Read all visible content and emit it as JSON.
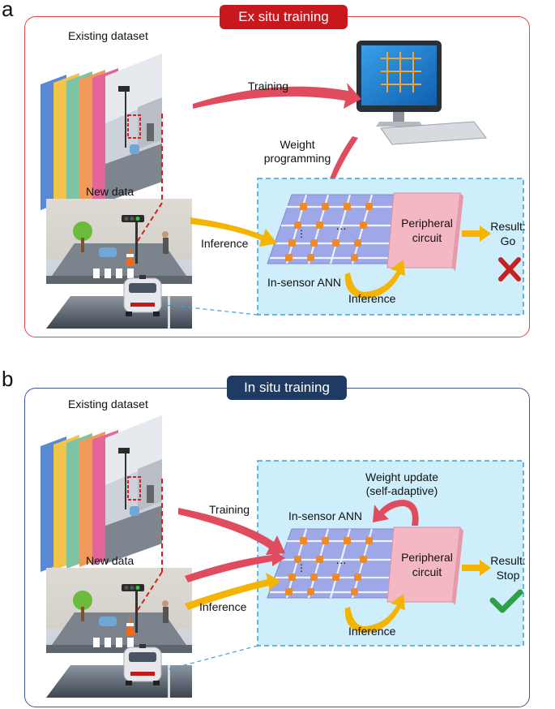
{
  "panel_a": {
    "letter": "a",
    "title": "Ex situ training",
    "existing_dataset": "Existing dataset",
    "new_data": "New data",
    "training": "Training",
    "weight_programming": [
      "Weight",
      "programming"
    ],
    "inference_input": "Inference",
    "inference_loop": "Inference",
    "in_sensor_ann": "In-sensor ANN",
    "peripheral": [
      "Peripheral",
      "circuit"
    ],
    "result": [
      "Result:",
      "Go"
    ]
  },
  "panel_b": {
    "letter": "b",
    "title": "In situ training",
    "existing_dataset": "Existing dataset",
    "new_data": "New data",
    "training": "Training",
    "weight_update": [
      "Weight update",
      "(self-adaptive)"
    ],
    "inference_input": "Inference",
    "inference_loop": "Inference",
    "in_sensor_ann": "In-sensor ANN",
    "peripheral": [
      "Peripheral",
      "circuit"
    ],
    "result": [
      "Result:",
      "Stop"
    ]
  },
  "colors": {
    "ex_situ": "#c9171e",
    "in_situ": "#1f3b63",
    "training_arrow": "#e04b5d",
    "inference_arrow": "#f5b400",
    "sensor_box": "#cdeefa",
    "crossbar": "#9ea8e8",
    "node": "#f08a24",
    "peripheral": "#f4b8c4"
  },
  "icons": [
    "computer-icon",
    "cross-mark-icon",
    "check-mark-icon",
    "traffic-light-icon",
    "car-icon",
    "traffic-cone-icon"
  ]
}
